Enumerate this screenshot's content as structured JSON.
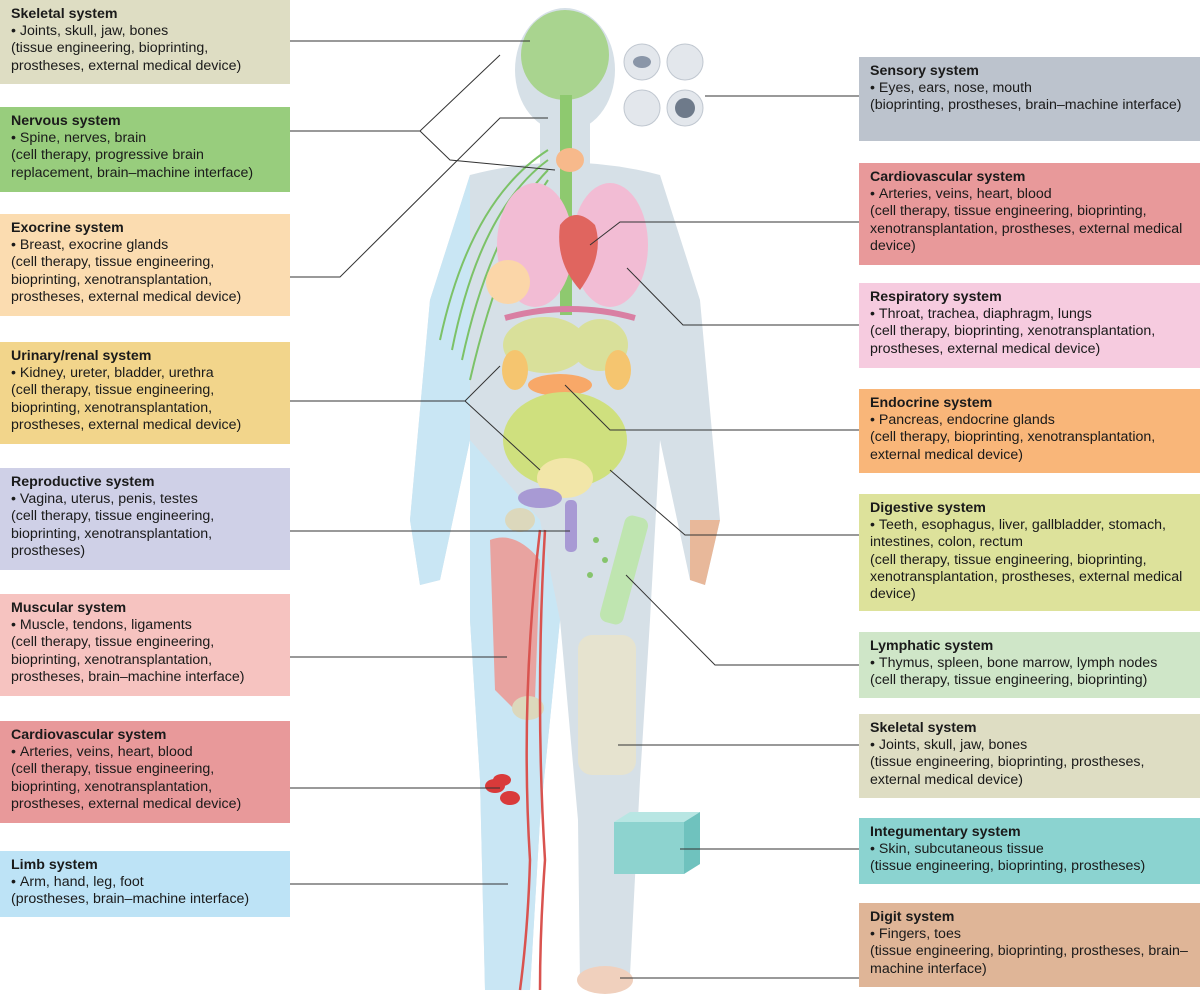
{
  "colors": {
    "skeletal": "#deddc3",
    "nervous": "#98cd7d",
    "exocrine": "#fbdcb0",
    "urinary": "#f2d58b",
    "reproductive": "#cfd0e7",
    "muscular": "#f6c3c0",
    "cardiovascular": "#e8999a",
    "limb": "#bde3f6",
    "sensory": "#bcc3cd",
    "respiratory": "#f6cbdf",
    "endocrine": "#f9b679",
    "digestive": "#dde29b",
    "lymphatic": "#cfe6c8",
    "integumentary": "#8bd3d0",
    "digit": "#dfb597",
    "body_skin": "#d6e0e7",
    "limb_blue": "#c9e6f4",
    "leader_line": "#333333"
  },
  "left": [
    {
      "key": "skeletal",
      "title": "Skeletal system",
      "item": "Joints, skull, jaw, bones",
      "methods": "(tissue engineering, bioprinting, prostheses, external medical device)"
    },
    {
      "key": "nervous",
      "title": "Nervous system",
      "item": "Spine, nerves, brain",
      "methods": "(cell therapy, progressive brain replacement, brain–machine interface)"
    },
    {
      "key": "exocrine",
      "title": "Exocrine system",
      "item": "Breast, exocrine glands",
      "methods": "(cell therapy, tissue engineering, bioprinting, xenotransplantation, prostheses, external medical device)"
    },
    {
      "key": "urinary",
      "title": "Urinary/renal system",
      "item": "Kidney, ureter, bladder, urethra",
      "methods": "(cell therapy, tissue engineering, bioprinting, xenotransplantation, prostheses, external medical device)"
    },
    {
      "key": "reproductive",
      "title": "Reproductive system",
      "item": "Vagina, uterus, penis, testes",
      "methods": "(cell therapy, tissue engineering, bioprinting, xenotransplantation, prostheses)"
    },
    {
      "key": "muscular",
      "title": "Muscular system",
      "item": "Muscle, tendons, ligaments",
      "methods": "(cell therapy, tissue engineering, bioprinting, xenotransplantation, prostheses, brain–machine interface)"
    },
    {
      "key": "cardiovascular",
      "title": "Cardiovascular system",
      "item": "Arteries, veins, heart, blood",
      "methods": "(cell therapy, tissue engineering, bioprinting, xenotransplantation, prostheses, external medical device)"
    },
    {
      "key": "limb",
      "title": "Limb system",
      "item": "Arm, hand, leg, foot",
      "methods": "(prostheses, brain–machine interface)"
    }
  ],
  "right": [
    {
      "key": "sensory",
      "title": "Sensory system",
      "item": "Eyes, ears, nose, mouth",
      "methods": "(bioprinting, prostheses, brain–machine interface)"
    },
    {
      "key": "cardiovascular",
      "title": "Cardiovascular system",
      "item": "Arteries, veins, heart, blood",
      "methods": "(cell therapy, tissue engineering, bioprinting, xenotransplantation, prostheses, external medical device)"
    },
    {
      "key": "respiratory",
      "title": "Respiratory system",
      "item": "Throat, trachea, diaphragm, lungs",
      "methods": "(cell therapy, bioprinting, xenotransplantation, prostheses, external medical device)"
    },
    {
      "key": "endocrine",
      "title": "Endocrine system",
      "item": "Pancreas, endocrine glands",
      "methods": "(cell therapy, bioprinting, xenotransplantation, external medical device)"
    },
    {
      "key": "digestive",
      "title": "Digestive system",
      "item": "Teeth, esophagus, liver, gallbladder, stomach, intestines, colon, rectum",
      "methods": "(cell therapy, tissue engineering, bioprinting, xenotransplantation, prostheses, external medical device)"
    },
    {
      "key": "lymphatic",
      "title": "Lymphatic system",
      "item": "Thymus, spleen, bone marrow, lymph nodes",
      "methods": "(cell therapy, tissue engineering, bioprinting)"
    },
    {
      "key": "skeletal",
      "title": "Skeletal system",
      "item": "Joints, skull, jaw, bones",
      "methods": "(tissue engineering, bioprinting, prostheses, external medical device)"
    },
    {
      "key": "integumentary",
      "title": "Integumentary system",
      "item": "Skin, subcutaneous tissue",
      "methods": "(tissue engineering, bioprinting, prostheses)"
    },
    {
      "key": "digit",
      "title": "Digit system",
      "item": "Fingers, toes",
      "methods": "(tissue engineering, bioprinting, prostheses, brain–machine interface)"
    }
  ]
}
